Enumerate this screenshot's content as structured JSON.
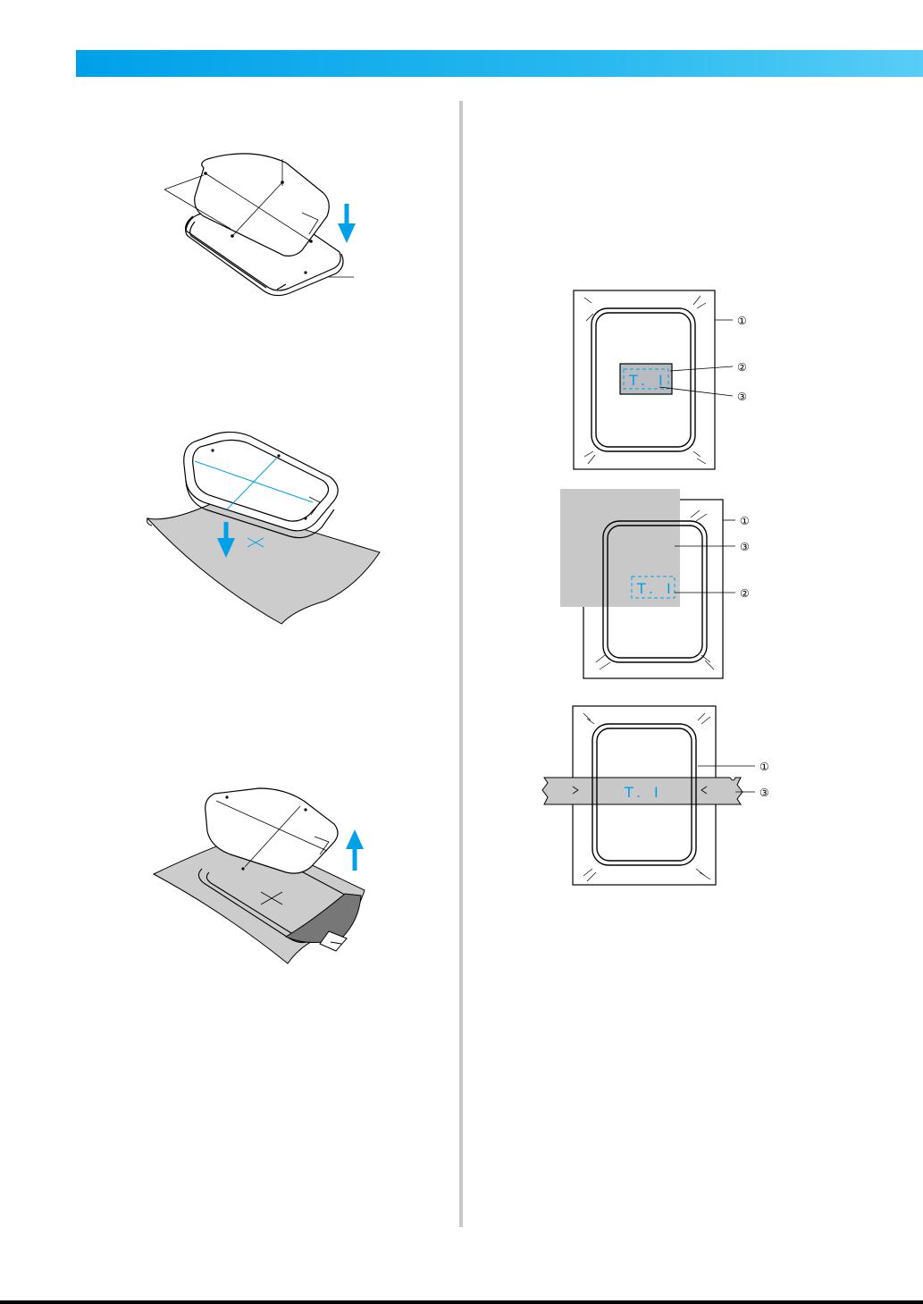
{
  "figures": {
    "fig_sheet_on_hoop": {
      "icon": "down-arrow"
    },
    "fig_hoop_on_fabric": {
      "icon": "down-arrow"
    },
    "fig_remove_sheet": {
      "icon": "up-arrow"
    },
    "diagram_small_fabric": {
      "callouts": [
        "①",
        "②",
        "③"
      ],
      "initials": "T. I"
    },
    "diagram_corner_fabric": {
      "callouts": [
        "①",
        "③",
        "②"
      ],
      "initials": "T. I"
    },
    "diagram_narrow_fabric": {
      "callouts": [
        "①",
        "③"
      ],
      "initials": "T. I"
    }
  },
  "colors": {
    "header": "#00a0e9",
    "arrow": "#00a0e9",
    "fabric": "#cccccc",
    "stabilizer_gray": "#c8c8c8"
  }
}
